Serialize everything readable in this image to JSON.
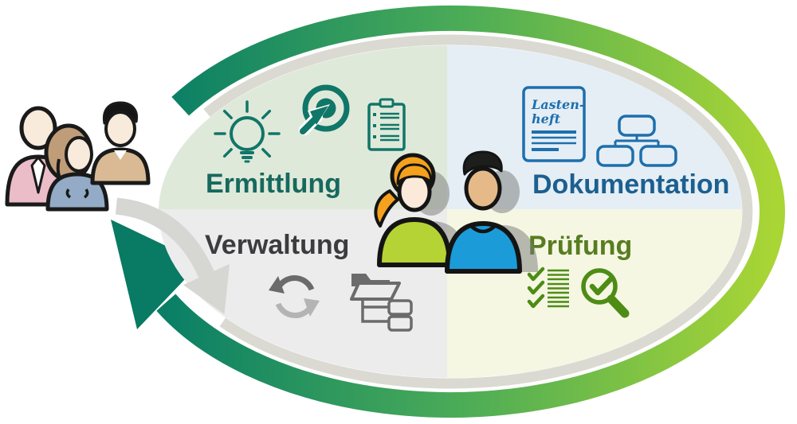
{
  "diagram": {
    "type": "requirements-engineering-cycle",
    "language": "de",
    "ring": {
      "direction": "clockwise",
      "gradient": [
        "#0A7F66",
        "#4AAB57",
        "#A9D535"
      ],
      "inner_arrow_color": "#D6D6D3"
    },
    "quadrants": {
      "ermittlung": {
        "label": "Ermittlung",
        "color": "#17695E",
        "bg": "#DFE9DA",
        "icon_color": "#107668",
        "icons": [
          "lightbulb-icon",
          "target-cursor-icon",
          "clipboard-icon"
        ]
      },
      "dokumentation": {
        "label": "Dokumentation",
        "color": "#1C5F90",
        "bg": "#E5EEF5",
        "icon_color": "#1D6FAD",
        "icons": [
          "lastenheft-document-icon",
          "org-chart-icon"
        ],
        "document": {
          "line1": "Lasten-",
          "line2": "heft"
        }
      },
      "verwaltung": {
        "label": "Verwaltung",
        "color": "#3C3C3E",
        "bg": "#ECECEC",
        "icon_color": "#6B6B6B",
        "icon_color_light": "#B4B4B4",
        "icons": [
          "sync-icon",
          "folder-tree-icon"
        ]
      },
      "pruefung": {
        "label": "Prüfung",
        "color": "#587D20",
        "bg": "#F5F7E3",
        "icon_color": "#4E8C15",
        "icons": [
          "checklist-icon",
          "magnifier-check-icon"
        ]
      }
    },
    "figures": {
      "left_group": "stakeholder-group-icon",
      "center_left": "persona-woman-icon",
      "center_right": "persona-man-icon"
    }
  }
}
